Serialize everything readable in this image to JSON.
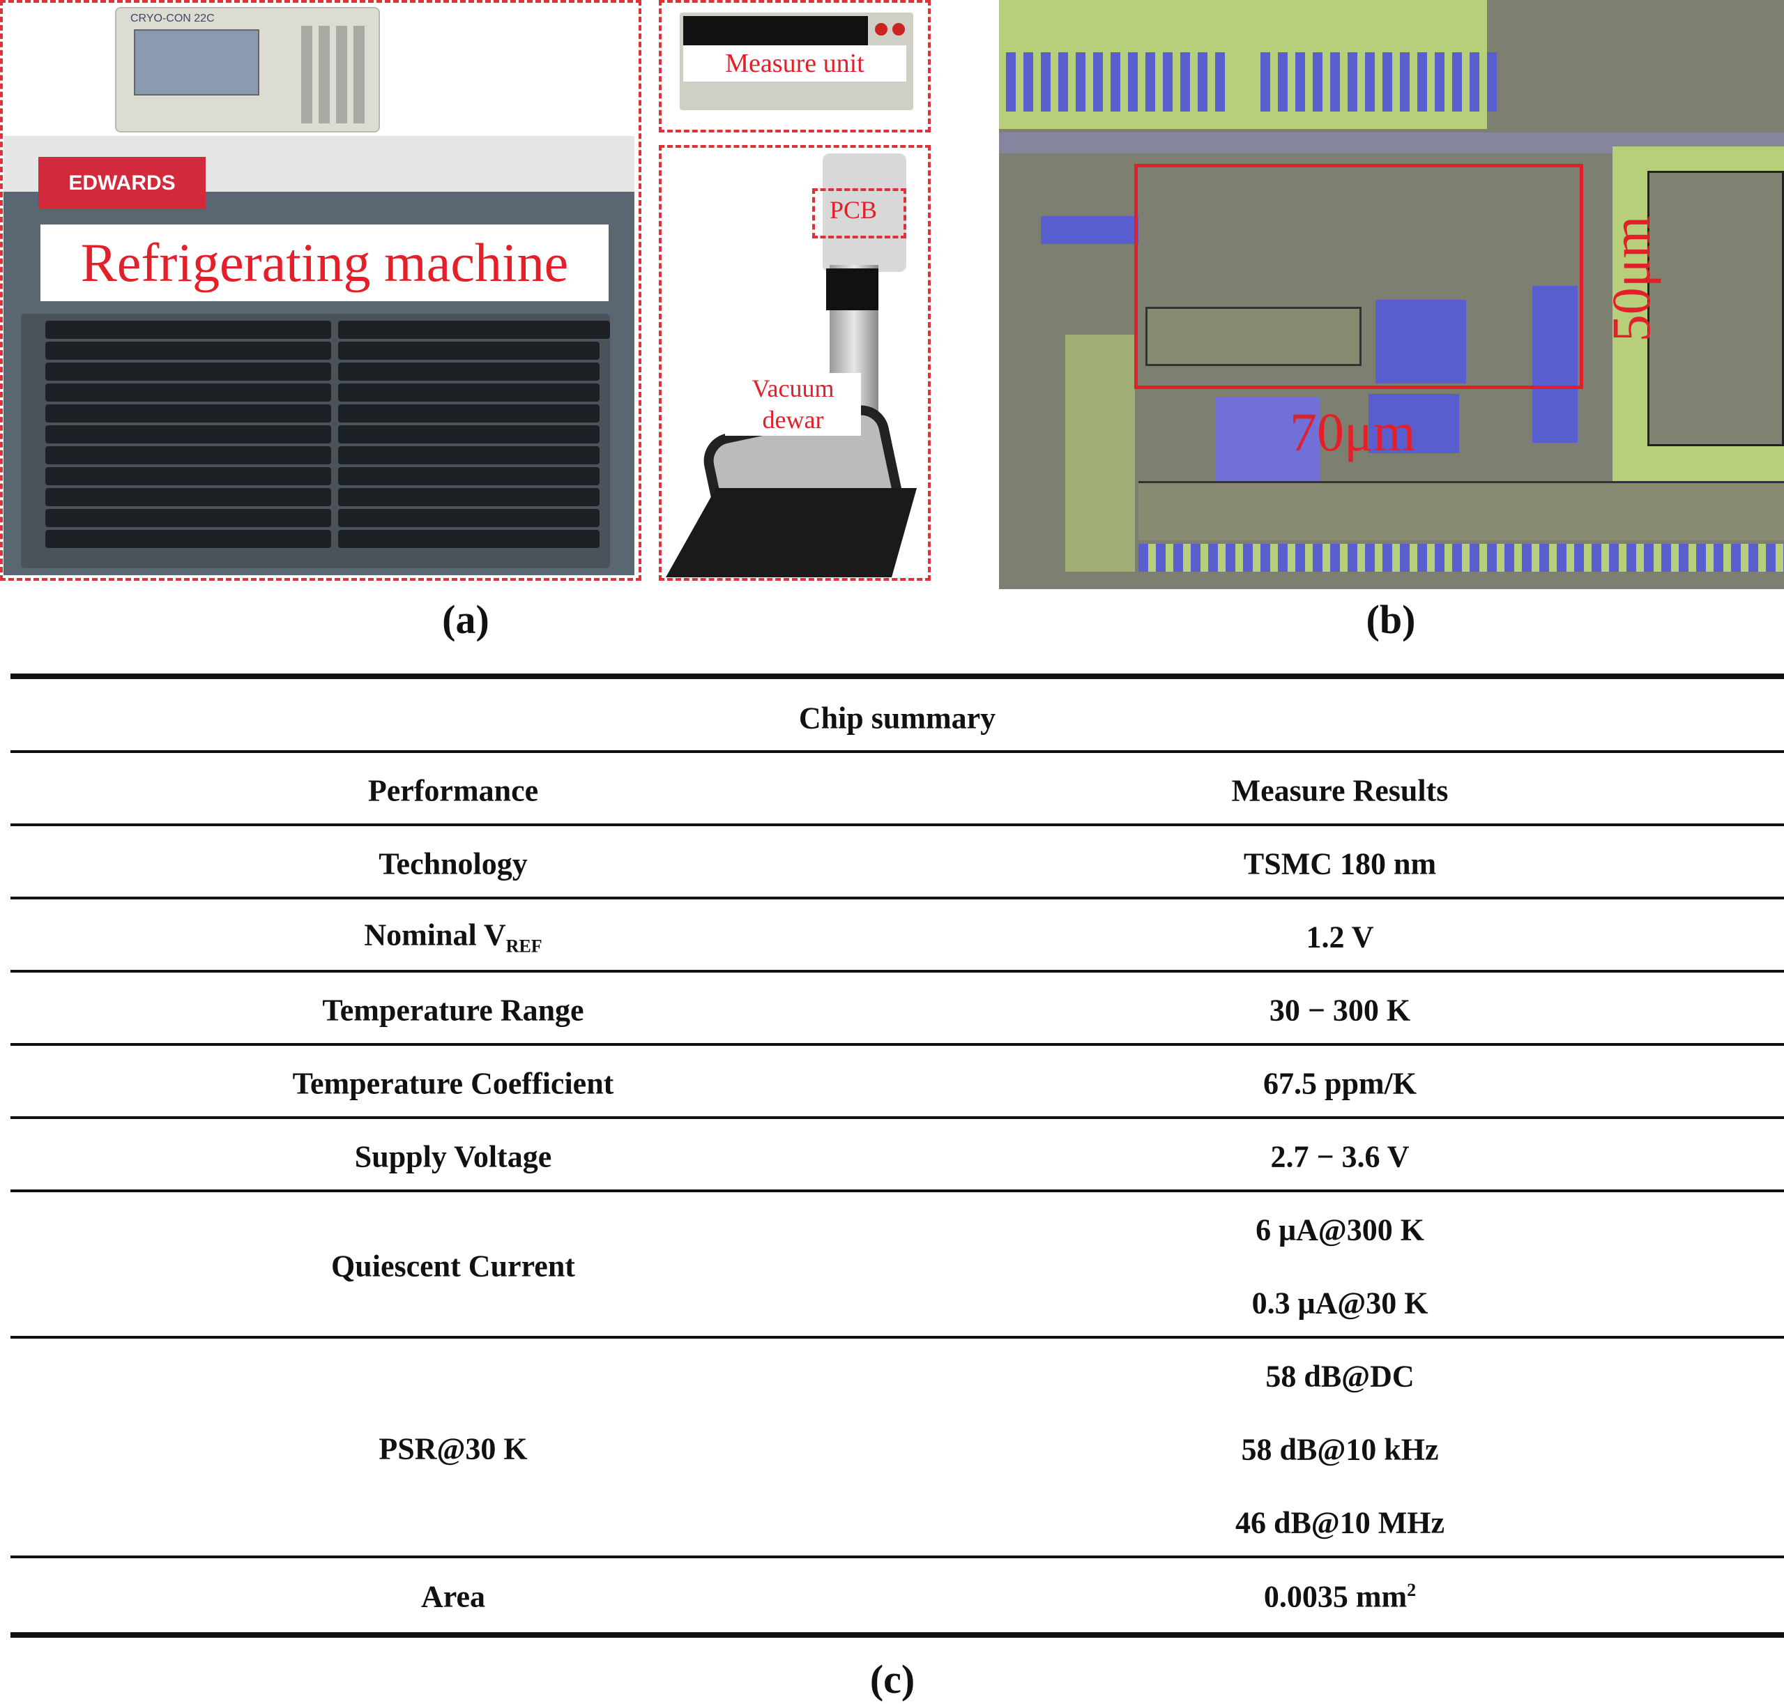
{
  "panel_a": {
    "controller_brand": "CRYO-CON 22C",
    "machine_brand": "EDWARDS",
    "label_refrigerator": "Refrigerating machine",
    "label_measure": "Measure unit",
    "label_pcb": "PCB",
    "label_dewar_1": "Vacuum",
    "label_dewar_2": "dewar",
    "caption": "(a)"
  },
  "panel_b": {
    "width_label": "70μm",
    "height_label": "50μm",
    "caption": "(b)"
  },
  "table": {
    "title": "Chip summary",
    "headers": [
      "Performance",
      "Measure Results"
    ],
    "rows": [
      {
        "param": "Technology",
        "values": [
          "TSMC 180 nm"
        ]
      },
      {
        "param": "Nominal V",
        "sub": "REF",
        "values": [
          "1.2 V"
        ]
      },
      {
        "param": "Temperature Range",
        "values": [
          "30 − 300 K"
        ]
      },
      {
        "param": "Temperature Coefficient",
        "values": [
          "67.5 ppm/K"
        ]
      },
      {
        "param": "Supply Voltage",
        "values": [
          "2.7 − 3.6 V"
        ]
      },
      {
        "param": "Quiescent Current",
        "values": [
          "6 μA@300 K",
          "0.3 μA@30 K"
        ]
      },
      {
        "param": "PSR@30 K",
        "values": [
          "58 dB@DC",
          "58 dB@10 kHz",
          "46 dB@10 MHz"
        ]
      },
      {
        "param": "Area",
        "values": [
          "0.0035 mm"
        ],
        "sup": "2"
      }
    ],
    "caption": "(c)"
  },
  "colors": {
    "accent_red": "#e3202a",
    "edwards_red": "#d22a3c"
  }
}
